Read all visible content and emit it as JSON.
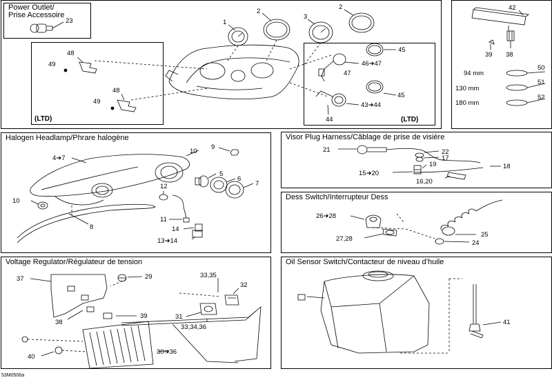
{
  "panels": {
    "power_outlet_title": "Power Outlet/\nPrise Accessoire",
    "halogen": "Halogen Headlamp/Phrare halogène",
    "visor": "Visor Plug Harness/Câblage de prise de visière",
    "dess": "Dess Switch/Interrupteur Dess",
    "voltage": "Voltage Regulator/Régulateur de tension",
    "oil": "Oil Sensor Switch/Contacteur de niveau d’huile"
  },
  "power_outlet_line1": "Power Outlet/",
  "power_outlet_line2": "Prise Accessoire",
  "ltd": "(LTD)",
  "diagram_code": "53M0506a",
  "labels": {
    "p23": "23",
    "p1": "1",
    "p2a": "2",
    "p2b": "2",
    "p3": "3",
    "p48a": "48",
    "p49a": "49",
    "p48b": "48",
    "p49b": "49",
    "p45a": "45",
    "p4647": "46➜47",
    "p47": "47",
    "p45b": "45",
    "p4344": "43➜44",
    "p44": "44",
    "p42": "42",
    "p39": "39",
    "p38": "38",
    "mm94": "94 mm",
    "p50": "50",
    "mm130": "130 mm",
    "p51": "51",
    "mm180": "180 mm",
    "p52": "52",
    "h47": "4➜7",
    "h10a": "10",
    "h9": "9",
    "h5": "5",
    "h6": "6",
    "h7": "7",
    "h12": "12",
    "h10b": "10",
    "h8": "8",
    "h11": "11",
    "h14": "14",
    "h1314": "13➜14",
    "v21": "21",
    "v22": "22",
    "v17": "17",
    "v19": "19",
    "v1520": "15➜20",
    "v18": "18",
    "v1620": "16,20",
    "d2628": "26➜28",
    "d2728": "27,28",
    "d25": "25",
    "d24": "24",
    "r37": "37",
    "r29": "29",
    "r3335": "33,35",
    "r32": "32",
    "r38": "38",
    "r39": "39",
    "r31": "31",
    "r333436": "33,34,36",
    "r40": "40",
    "r3036": "30➜36",
    "o41": "41"
  }
}
